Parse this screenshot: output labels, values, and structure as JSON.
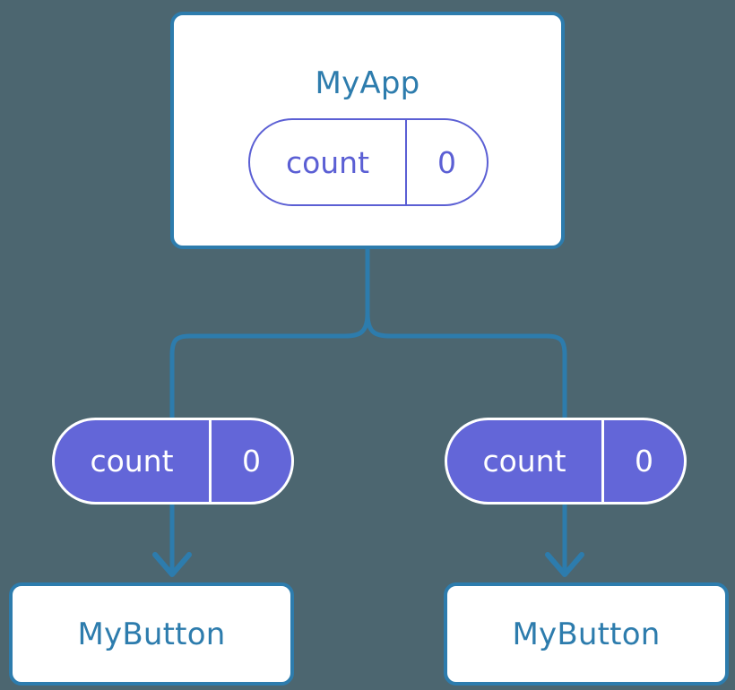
{
  "diagram": {
    "type": "component-tree",
    "title_text": "MyApp",
    "background_color": "#4c6670",
    "accent_component_color": "#2d7cad",
    "accent_state_color": "#5b5fd4",
    "state_fill_color": "#6366d8",
    "root": {
      "name": "MyApp",
      "state": {
        "key": "count",
        "value": "0"
      }
    },
    "children": [
      {
        "name": "MyButton",
        "prop": {
          "key": "count",
          "value": "0"
        }
      },
      {
        "name": "MyButton",
        "prop": {
          "key": "count",
          "value": "0"
        }
      }
    ],
    "connectors": {
      "stem": "root-to-split",
      "branch_left": "split-to-left-state",
      "branch_right": "split-to-right-state",
      "arrow_left": "left-state-to-left-button",
      "arrow_right": "right-state-to-right-button"
    }
  }
}
